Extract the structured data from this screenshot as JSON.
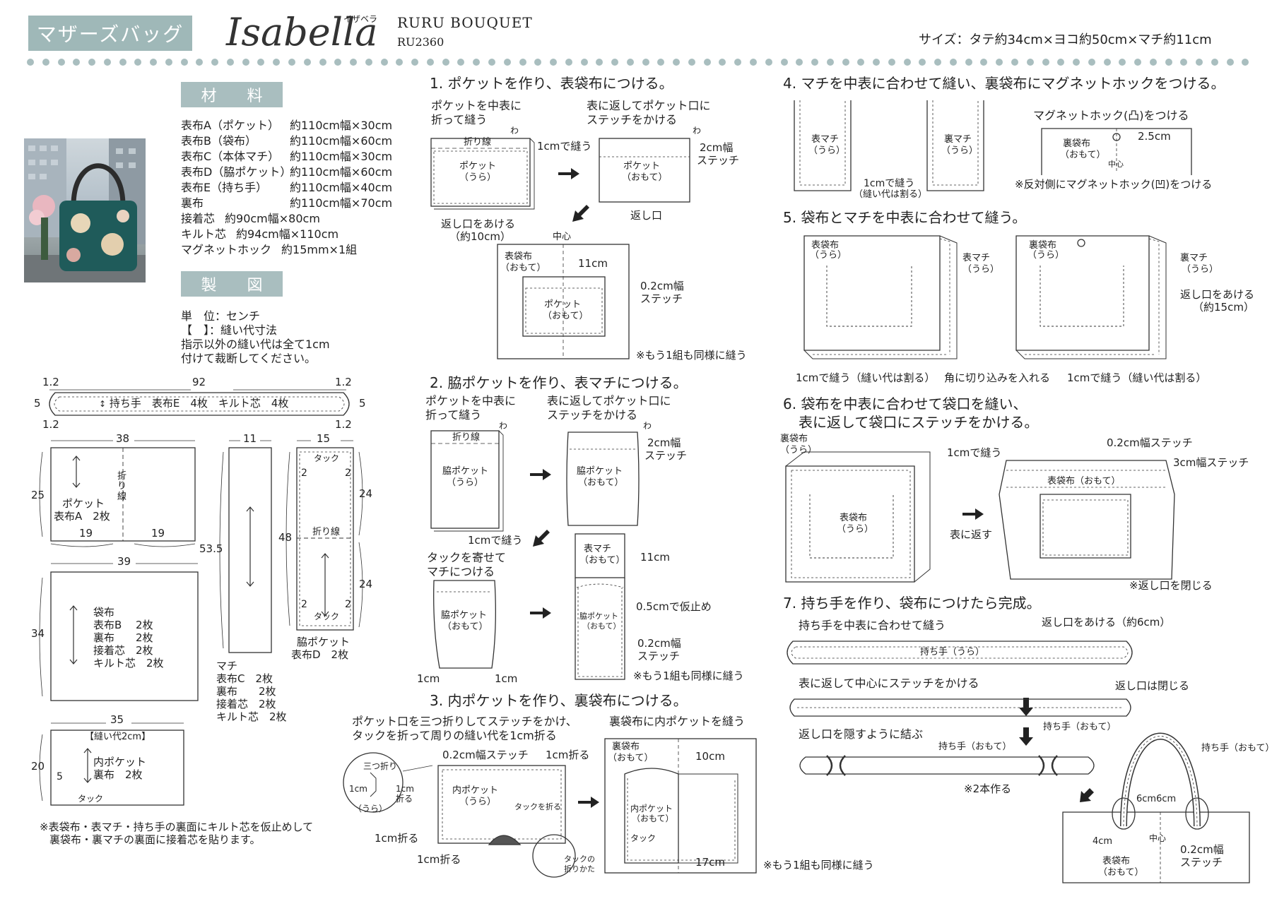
{
  "header": {
    "category": "マザーズバッグ",
    "brand": "Isabella",
    "brand_kana": "イザベラ",
    "collection": "RURU BOUQUET",
    "product_code": "RU2360",
    "size": "サイズ：タテ約34cm×ヨコ約50cm×マチ約11cm"
  },
  "materials": {
    "heading": "材 料",
    "items": [
      {
        "name": "表布A（ポケット）",
        "amount": "約110cm幅×30cm"
      },
      {
        "name": "表布B（袋布）",
        "amount": "約110cm幅×60cm"
      },
      {
        "name": "表布C（本体マチ）",
        "amount": "約110cm幅×30cm"
      },
      {
        "name": "表布D（脇ポケット）",
        "amount": "約110cm幅×60cm"
      },
      {
        "name": "表布E（持ち手）",
        "amount": "約110cm幅×40cm"
      },
      {
        "name": "裏布",
        "amount": "約110cm幅×70cm"
      },
      {
        "name": "接着芯",
        "amount": "約90cm幅×80cm"
      },
      {
        "name": "キルト芯",
        "amount": "約94cm幅×110cm"
      },
      {
        "name": "マグネットホック",
        "amount": "約15mm×1組"
      }
    ]
  },
  "pattern": {
    "heading": "製 図",
    "unit": "単　位：センチ",
    "bracket": "【　】：縫い代寸法",
    "note1": "指示以外の縫い代は全て1cm",
    "note2": "付けて裁断してください。",
    "handle": {
      "len": "92",
      "w": "5",
      "c": "1.2",
      "label": "持ち手　表布E　4枚　キルト芯　4枚"
    },
    "pocket": {
      "w": "38",
      "h": "25",
      "half": "19",
      "fold": "折り線",
      "label1": "ポケット",
      "label2": "表布A　2枚"
    },
    "bag": {
      "w": "39",
      "h": "34",
      "l1": "袋布",
      "l2": "表布B　 2枚",
      "l3": "裏布　　2枚",
      "l4": "接着芯　2枚",
      "l5": "キルト芯　2枚"
    },
    "gusset": {
      "w": "11",
      "h": "53.5",
      "l0": "マチ",
      "l1": "表布C　2枚",
      "l2": "裏布　　2枚",
      "l3": "接着芯　2枚",
      "l4": "キルト芯　2枚"
    },
    "sidepocket": {
      "w": "15",
      "h": "48",
      "half": "24",
      "tuck": "タック",
      "fold": "折り線",
      "two": "2",
      "label1": "脇ポケット",
      "label2": "表布D　2枚"
    },
    "innerpocket": {
      "w": "35",
      "h": "20",
      "seam": "【縫い代2cm】",
      "five": "5",
      "tuck": "タック",
      "label1": "内ポケット",
      "label2": "裏布　2枚"
    },
    "footnote1": "※表袋布・表マチ・持ち手の裏面にキルト芯を仮止めして",
    "footnote2": "裏袋布・裏マチの裏面に接着芯を貼ります。"
  },
  "steps": {
    "s1": {
      "title": "1. ポケットを作り、表袋布につける。",
      "a1": "ポケットを中表に",
      "a2": "折って縫う",
      "b1": "表に返してポケット口に",
      "b2": "ステッチをかける",
      "wa": "わ",
      "fold": "折り線",
      "pk_ura": "ポケット",
      "ura": "（うら）",
      "pk_omote": "ポケット",
      "omote": "（おもて）",
      "sew1": "1cmで縫う",
      "st2a": "2cm幅",
      "st2b": "ステッチ",
      "open1": "返し口をあける",
      "open2": "（約10cm）",
      "kaeshi": "返し口",
      "center": "中心",
      "bag1": "表袋布",
      "bag2": "（おもて）",
      "m11": "11cm",
      "st02a": "0.2cm幅",
      "st02b": "ステッチ",
      "same": "※もう1組も同様に縫う"
    },
    "s2": {
      "title": "2. 脇ポケットを作り、表マチにつける。",
      "a1": "ポケットを中表に",
      "a2": "折って縫う",
      "b1": "表に返してポケット口に",
      "b2": "ステッチをかける",
      "wa": "わ",
      "fold": "折り線",
      "wp": "脇ポケット",
      "ura": "（うら）",
      "omote": "（おもて）",
      "st2a": "2cm幅",
      "st2b": "ステッチ",
      "sew1": "1cmで縫う",
      "tuck1": "タックを寄せて",
      "tuck2": "マチにつける",
      "machi": "表マチ",
      "m11": "11cm",
      "tmp": "0.5cmで仮止め",
      "st02a": "0.2cm幅",
      "st02b": "ステッチ",
      "c1": "1cm",
      "same": "※もう1組も同様に縫う"
    },
    "s3": {
      "title": "3. 内ポケットを作り、裏袋布につける。",
      "a1": "ポケット口を三つ折りしてステッチをかけ、",
      "a2": "タックを折って周りの縫い代を1cm折る",
      "b1": "裏袋布に内ポケットを縫う",
      "three": "三つ折り",
      "c1": "1cm",
      "c1b": "1cm",
      "fold": "折る",
      "ura": "（うら）",
      "st02": "0.2cm幅ステッチ",
      "c1fold": "1cm折る",
      "ip": "内ポケット",
      "tuckfold": "タックを折る",
      "tuckhow1": "タックの",
      "tuckhow2": "折りかた",
      "urabag1": "裏袋布",
      "urabag2": "（おもて）",
      "m10": "10cm",
      "m17": "17cm",
      "ip2": "内ポケット",
      "omote": "（おもて）",
      "tuck": "タック",
      "same": "※もう1組も同様に縫う"
    },
    "s4": {
      "title": "4. マチを中表に合わせて縫い、裏袋布にマグネットホックをつける。",
      "omachi": "表マチ",
      "umachi": "裏マチ",
      "ura": "（うら）",
      "sew1": "1cmで縫う",
      "split": "（縫い代は割る）",
      "mag": "マグネットホック(凸)をつける",
      "m25": "2.5cm",
      "urabag": "裏袋布",
      "omote": "（おもて）",
      "center": "中心",
      "note": "※反対側にマグネットホック(凹)をつける"
    },
    "s5": {
      "title": "5. 袋布とマチを中表に合わせて縫う。",
      "obag": "表袋布",
      "ubag": "裏袋布",
      "ura": "（うら）",
      "omachi": "表マチ",
      "umachi": "裏マチ",
      "open1": "返し口をあける",
      "open2": "（約15cm）",
      "sew1": "1cmで縫う（縫い代は割る）",
      "notch": "角に切り込みを入れる",
      "sew2": "1cmで縫う（縫い代は割る）"
    },
    "s6": {
      "title1": "6. 袋布を中表に合わせて袋口を縫い、",
      "title2": "表に返して袋口にステッチをかける。",
      "ubag": "裏袋布",
      "ura": "（うら）",
      "sew1": "1cmで縫う",
      "obag": "表袋布",
      "turn": "表に返す",
      "st02": "0.2cm幅ステッチ",
      "st3": "3cm幅ステッチ",
      "obag2": "表袋布（おもて）",
      "close": "※返し口を閉じる"
    },
    "s7": {
      "title": "7. 持ち手を作り、袋布につけたら完成。",
      "a": "持ち手を中表に合わせて縫う",
      "open": "返し口をあける（約6cm）",
      "h_ura": "持ち手（うら）",
      "b": "表に返して中心にステッチをかける",
      "closed": "返し口は閉じる",
      "h_omote": "持ち手（おもて）",
      "c": "返し口を隠すように結ぶ",
      "two": "※2本作る",
      "m6": "6cm6cm",
      "m4": "4cm",
      "center": "中心",
      "st02a": "0.2cm幅",
      "st02b": "ステッチ",
      "obag1": "表袋布",
      "obag2": "（おもて）"
    }
  }
}
